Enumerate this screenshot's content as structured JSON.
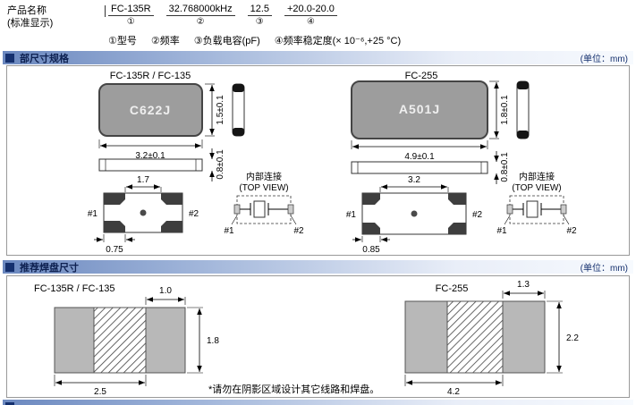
{
  "header": {
    "product_name_label": "产品名称",
    "product_name_sub": "(标准显示)",
    "fields": [
      {
        "value": "FC-135R",
        "marker": "①"
      },
      {
        "value": "32.768000kHz",
        "marker": "②"
      },
      {
        "value": "12.5",
        "marker": "③"
      },
      {
        "value": "+20.0-20.0",
        "marker": "④"
      }
    ],
    "legend": [
      "①型号",
      "②频率",
      "③负载电容(pF)",
      "④频率稳定度(× 10⁻⁶,+25 °C)"
    ]
  },
  "sections": {
    "dimensions": {
      "title": "部尺寸规格",
      "unit": "(单位：mm)"
    },
    "land_pattern": {
      "title": "推荐焊盘尺寸",
      "unit": "(单位：mm)"
    }
  },
  "dims": {
    "fc135": {
      "title": "FC-135R / FC-135",
      "marking": "C622J",
      "body_width": "3.2±0.1",
      "body_height": "1.5±0.1",
      "thickness": "0.8±0.1",
      "pad_gap": "1.7",
      "pad_width": "0.75",
      "pin1": "#1",
      "pin2": "#2",
      "internal_title": "内部连接",
      "internal_subtitle": "(TOP VIEW)"
    },
    "fc255": {
      "title": "FC-255",
      "marking": "A501J",
      "body_width": "4.9±0.1",
      "body_height": "1.8±0.1",
      "thickness": "0.8±0.1",
      "pad_gap": "3.2",
      "pad_width": "0.85",
      "pin1": "#1",
      "pin2": "#2",
      "internal_title": "内部连接",
      "internal_subtitle": "(TOP VIEW)"
    }
  },
  "land": {
    "fc135": {
      "title": "FC-135R / FC-135",
      "pad_width": "1.0",
      "pad_height": "1.8",
      "pitch": "2.5"
    },
    "fc255": {
      "title": "FC-255",
      "pad_width": "1.3",
      "pad_height": "2.2",
      "pitch": "4.2"
    },
    "note": "*请勿在阴影区域设计其它线路和焊盘。"
  },
  "colors": {
    "bar_gradient_start": "#6b88bf",
    "bar_gradient_end": "#f7fafe",
    "bullet": "#15306e",
    "package_fill": "#9d9d9d",
    "pad_dark": "#3e3e3e",
    "land_pad_fill": "#b8b8b8"
  }
}
